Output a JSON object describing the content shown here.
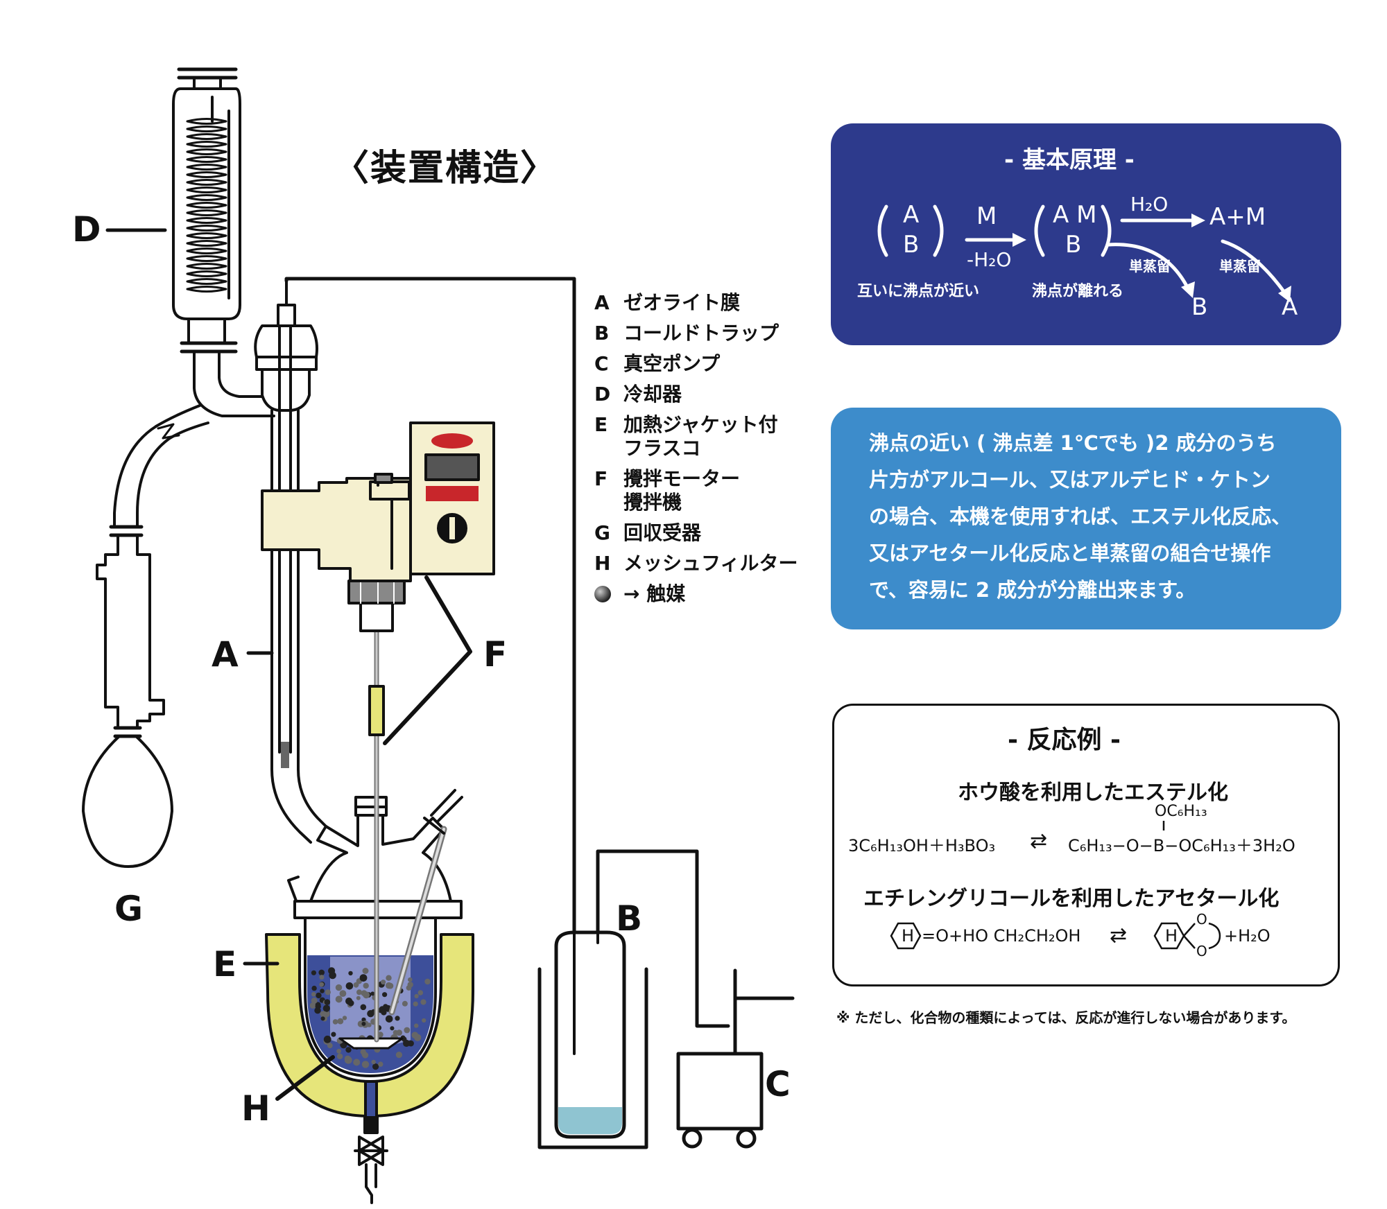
{
  "title": "〈装置構造〉",
  "component_labels": {
    "a": "A",
    "b": "B",
    "c": "C",
    "d": "D",
    "e": "E",
    "f": "F",
    "g": "G",
    "h": "H"
  },
  "legend": [
    {
      "key": "A",
      "text": "ゼオライト膜"
    },
    {
      "key": "B",
      "text": "コールドトラップ"
    },
    {
      "key": "C",
      "text": "真空ポンプ"
    },
    {
      "key": "D",
      "text": "冷却器"
    },
    {
      "key": "E",
      "text": "加熱ジャケット付\nフラスコ"
    },
    {
      "key": "F",
      "text": "攪拌モーター\n攪拌機"
    },
    {
      "key": "G",
      "text": "回収受器"
    },
    {
      "key": "H",
      "text": "メッシュフィルター"
    }
  ],
  "legend_catalyst": "→ 触媒",
  "principle": {
    "heading": "- 基本原理 -",
    "ab_top": "A",
    "ab_bottom": "B",
    "add_m": "M",
    "minus_h2o": "-H₂O",
    "am_top": "A M",
    "am_bottom": "B",
    "h2o": "H₂O",
    "product": "A+M",
    "distill_1": "単蒸留",
    "distill_2": "単蒸留",
    "out_b": "B",
    "out_a": "A",
    "caption_1": "互いに沸点が近い",
    "caption_2": "沸点が離れる"
  },
  "description": [
    "沸点の近い ( 沸点差 1℃でも )2 成分のうち",
    "片方がアルコール、又はアルデヒド・ケトン",
    "の場合、本機を使用すれば、エステル化反応、",
    "又はアセタール化反応と単蒸留の組合せ操作",
    "で、容易に 2 成分が分離出来ます。"
  ],
  "example": {
    "heading": "- 反応例 -",
    "title_1": "ホウ酸を利用したエステル化",
    "branch": "OC₆H₁₃",
    "eq1_left": "3C₆H₁₃OH＋H₃BO₃",
    "eq_arrow": "⇄",
    "eq1_right": "C₆H₁₃−O−B−OC₆H₁₃＋3H₂O",
    "title_2": "エチレングリコールを利用したアセタール化",
    "ring_label": "H",
    "eq2_left": "=O+HO CH₂CH₂OH",
    "acetal_o_top": "O",
    "acetal_o_bottom": "O",
    "eq2_right": "+H₂O"
  },
  "note": "※ ただし、化合物の種類によっては、反応が進行しない場合があります。",
  "colors": {
    "principle_bg": "#2d3a8c",
    "description_bg": "#3d8ccb",
    "jacket": "#e6e57a",
    "liquid": "#3d4f9a",
    "motor_body": "#f5f0cf",
    "motor_red": "#c8262b",
    "trap_liquid": "#8fc4d1"
  }
}
